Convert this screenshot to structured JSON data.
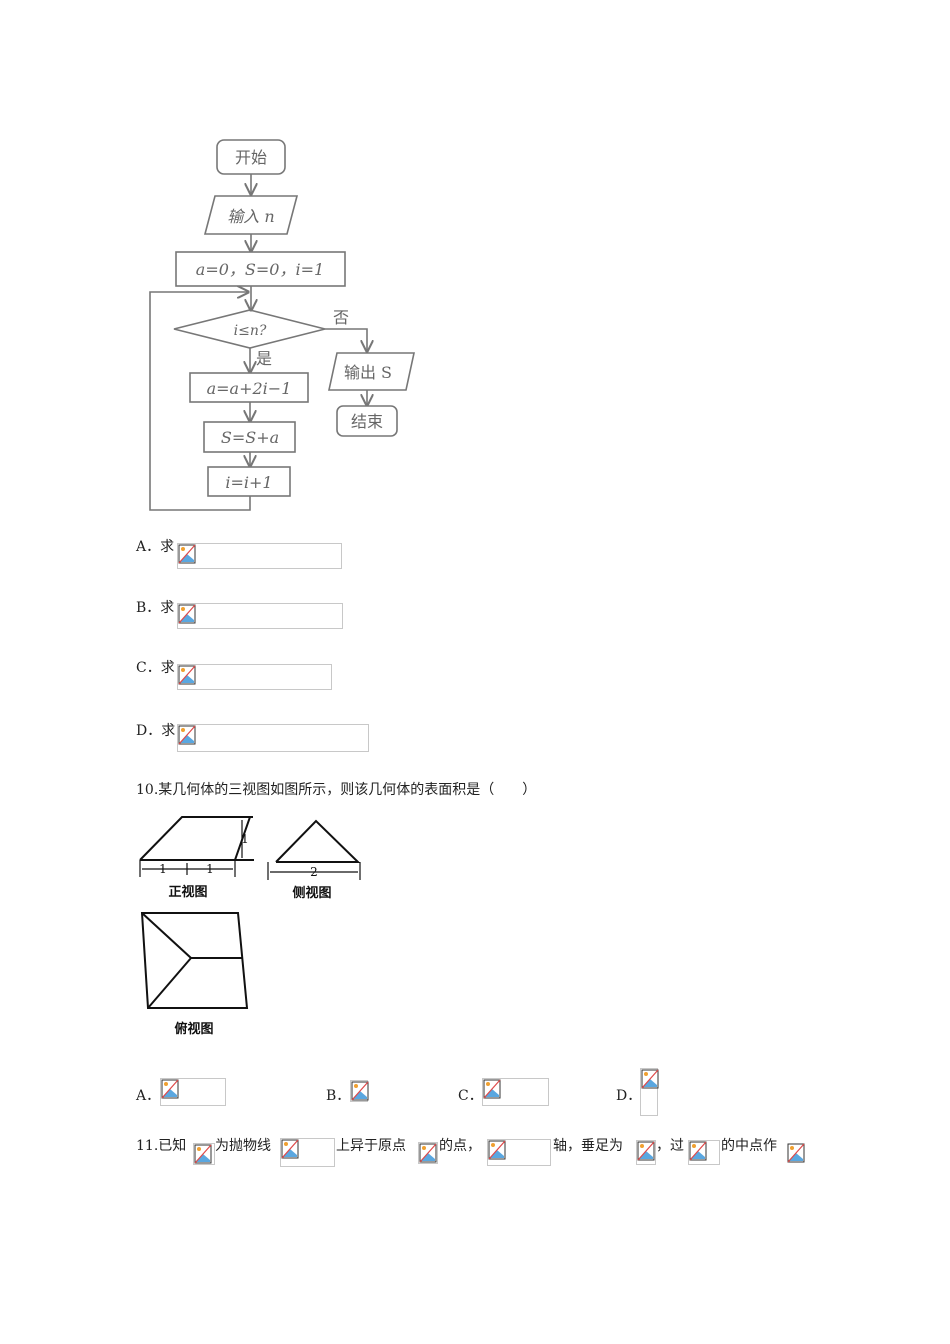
{
  "flowchart": {
    "start": "开始",
    "input": "输入 n",
    "init": "a=0，S=0，i=1",
    "condition": "i≤n?",
    "no_label": "否",
    "yes_label": "是",
    "step1": "a=a+2i−1",
    "step2": "S=S+a",
    "step3": "i=i+1",
    "output": "输出 S",
    "end": "结束"
  },
  "q9_options": [
    {
      "label": "A．求"
    },
    {
      "label": "B．求"
    },
    {
      "label": "C．求"
    },
    {
      "label": "D．求"
    }
  ],
  "q10": {
    "text": "10.某几何体的三视图如图所示，则该几何体的表面积是（　　）",
    "front_view": "正视图",
    "side_view": "侧视图",
    "top_view": "俯视图",
    "dim_1": "1",
    "dim_2": "2",
    "options": [
      "A．",
      "B．",
      "C．",
      "D．"
    ]
  },
  "q11": {
    "parts": [
      "11.已知",
      "为抛物线",
      "上异于原点",
      "的点，",
      "轴，垂足为",
      "，过",
      "的中点作"
    ]
  },
  "icon": "broken-image-icon"
}
